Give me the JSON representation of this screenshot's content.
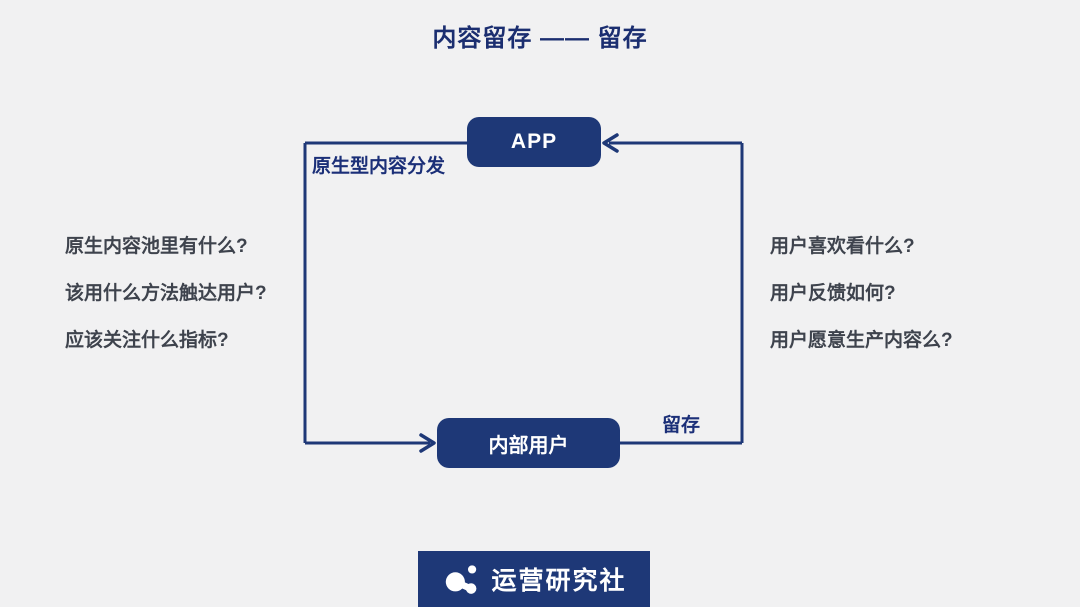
{
  "title": "内容留存 —— 留存",
  "diagram": {
    "nodes": {
      "app": "APP",
      "internal_user": "内部用户"
    },
    "edges": {
      "distribution_label": "原生型内容分发",
      "retention_label": "留存"
    },
    "flow": [
      "APP -> 内部用户 (原生型内容分发)",
      "内部用户 -> APP (留存)"
    ]
  },
  "left_questions": [
    "原生内容池里有什么?",
    "该用什么方法触达用户?",
    "应该关注什么指标?"
  ],
  "right_questions": [
    "用户喜欢看什么?",
    "用户反馈如何?",
    "用户愿意生产内容么?"
  ],
  "footer": {
    "brand": "运营研究社",
    "logo_icon": "molecule-icon"
  },
  "colors": {
    "navy": "#1e3877",
    "title_navy": "#1b2e70",
    "edge_label_navy": "#1b2f78",
    "question_text": "#3e434d",
    "background": "#f1f1f2",
    "node_text": "#ffffff"
  }
}
